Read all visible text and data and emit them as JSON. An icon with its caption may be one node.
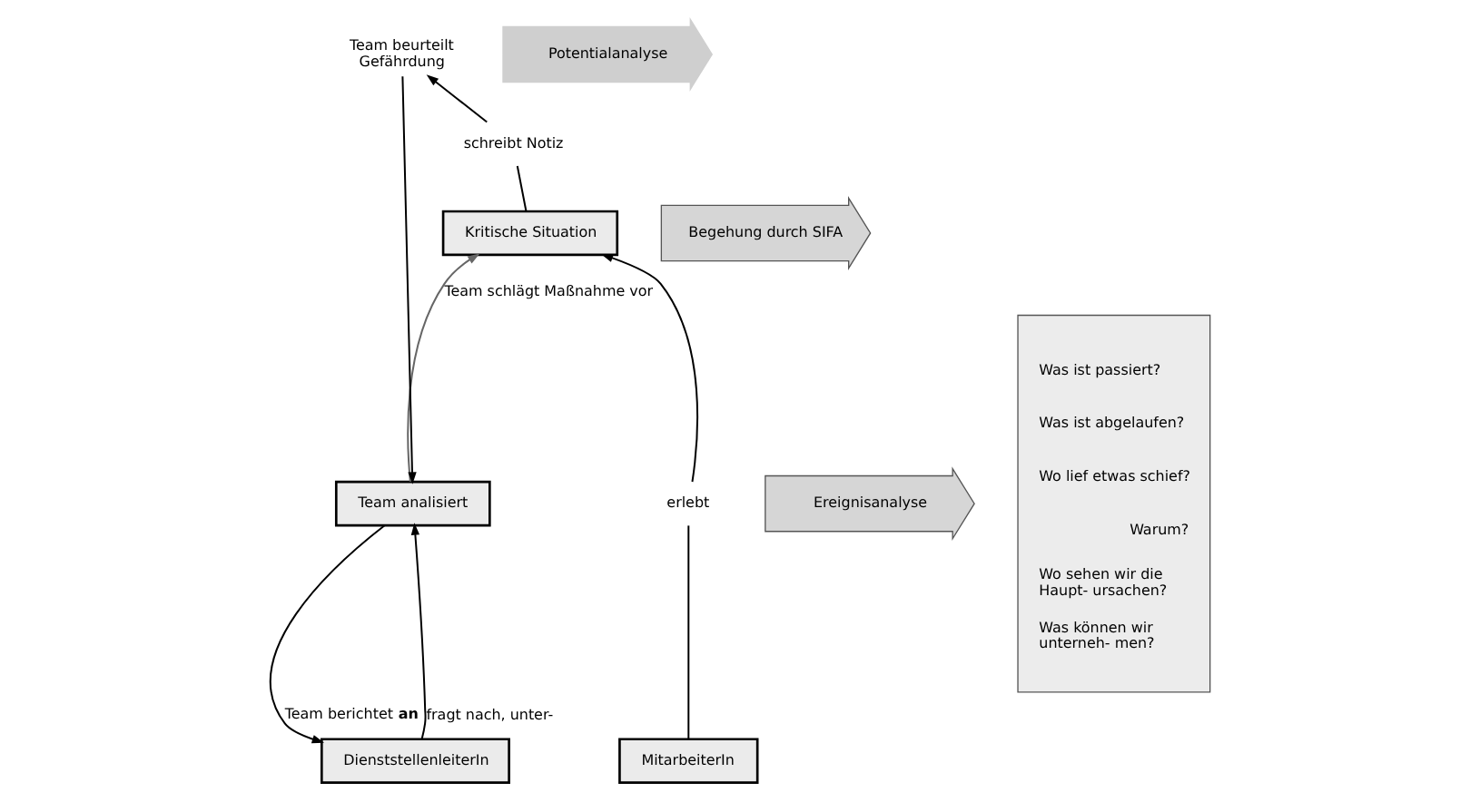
{
  "diagram": {
    "nodes": [
      {
        "text": [
          "DienststellenleiterIn"
        ]
      },
      {
        "text": [
          "Team analisiert"
        ]
      },
      {
        "text": [
          "Team beurteilt Gefährdung"
        ]
      },
      {
        "text": [
          "schreibt Notiz"
        ]
      },
      {
        "text": [
          "Kritische Situation"
        ]
      },
      {
        "text": [
          "erlebt"
        ]
      },
      {
        "text": [
          "MitarbeiterIn"
        ]
      },
      {
        "text": [
          "Ereignisanalyse"
        ]
      },
      {
        "text": [
          "Potentialanalyse"
        ]
      },
      {
        "text": [
          "Begehung durch SIFA"
        ]
      },
      {
        "text": [
          "Was ist passiert?",
          "Was ist abgelaufen?",
          "Wo lief etwas schief?",
          "Warum?",
          "Wo sehen wir die Haupt- ursachen?",
          "Was können wir unterneh- men?"
        ]
      }
    ],
    "edges": [
      {
        "from": 1,
        "to": 0,
        "arrow": "to",
        "label": "Team berichtet **an**"
      },
      {
        "from": 0,
        "to": 1,
        "arrow": "to",
        "label": "fragt nach, unter-"
      },
      {
        "from": 1,
        "to": 4,
        "arrow": "to",
        "label": "Team schlägt Maßnahme vor",
        "color": "#666666"
      },
      {
        "from": 2,
        "to": 1,
        "arrow": "to"
      },
      {
        "from": 3,
        "to": 2,
        "arrow": "to"
      },
      {
        "from": 4,
        "to": 3,
        "arrow": "none"
      },
      {
        "from": 5,
        "to": 4,
        "arrow": "to"
      },
      {
        "from": 6,
        "to": 5,
        "arrow": "none"
      }
    ]
  }
}
